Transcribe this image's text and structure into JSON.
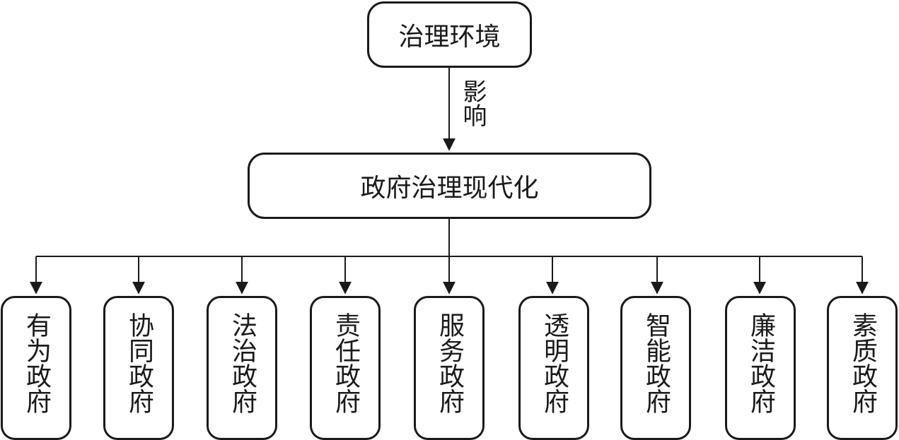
{
  "diagram": {
    "top": {
      "label": "治理环境"
    },
    "edge_label": "影响",
    "middle": {
      "label": "政府治理现代化"
    },
    "children": [
      {
        "label": "有为政府"
      },
      {
        "label": "协同政府"
      },
      {
        "label": "法治政府"
      },
      {
        "label": "责任政府"
      },
      {
        "label": "服务政府"
      },
      {
        "label": "透明政府"
      },
      {
        "label": "智能政府"
      },
      {
        "label": "廉洁政府"
      },
      {
        "label": "素质政府"
      }
    ]
  },
  "colors": {
    "stroke": "#1a1a1a",
    "background": "#ffffff"
  }
}
